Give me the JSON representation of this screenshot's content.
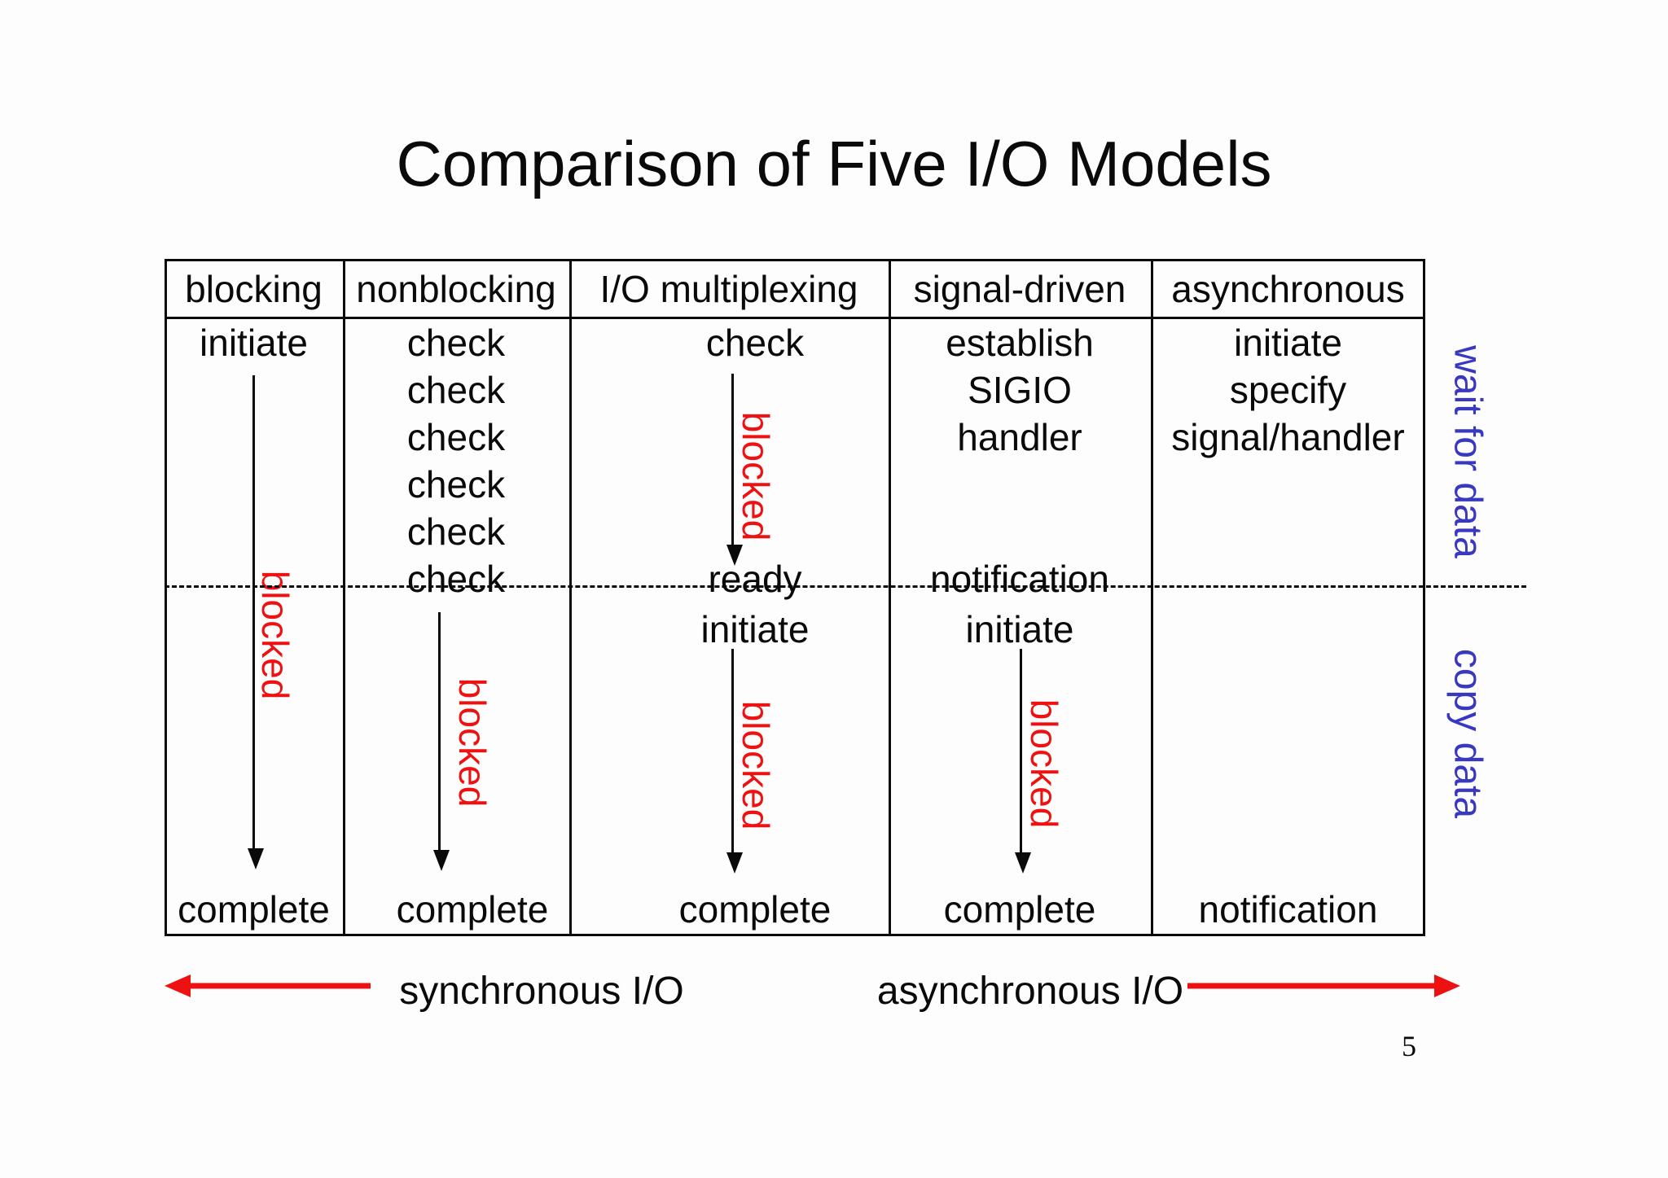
{
  "title": "Comparison of Five I/O Models",
  "page_number": "5",
  "colors": {
    "red": "#ee1111",
    "blue": "#3838c0",
    "black": "#0a0a0a"
  },
  "table": {
    "headers": [
      "blocking",
      "nonblocking",
      "I/O multiplexing",
      "signal-driven",
      "asynchronous"
    ],
    "col1": {
      "top": "initiate",
      "blocked": "blocked",
      "bottom": "complete"
    },
    "col2": {
      "checks": [
        "check",
        "check",
        "check",
        "check",
        "check",
        "check"
      ],
      "blocked": "blocked",
      "bottom": "complete"
    },
    "col3": {
      "top": "check",
      "blocked_wait": "blocked",
      "ready": "ready",
      "initiate": "initiate",
      "blocked_copy": "blocked",
      "bottom": "complete"
    },
    "col4": {
      "setup": [
        "establish",
        "SIGIO",
        "handler"
      ],
      "notification": "notification",
      "initiate": "initiate",
      "blocked": "blocked",
      "bottom": "complete"
    },
    "col5": {
      "setup": [
        "initiate",
        "specify",
        "signal/handler"
      ],
      "bottom": "notification"
    }
  },
  "phases": {
    "wait": "wait for data",
    "copy": "copy data"
  },
  "footer": {
    "sync": "synchronous I/O",
    "async": "asynchronous I/O"
  }
}
